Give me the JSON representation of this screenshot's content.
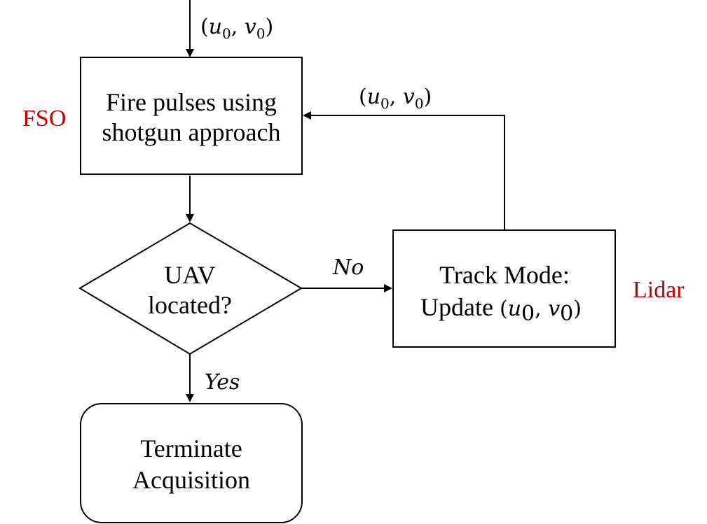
{
  "nodes": {
    "fire": {
      "line1": "Fire pulses using",
      "line2": "shotgun approach"
    },
    "decision": {
      "line1": "UAV",
      "line2": "located?"
    },
    "track": {
      "line1": "Track Mode:",
      "line2_prefix": "Update "
    },
    "terminate": {
      "line1": "Terminate",
      "line2": "Acquisition"
    }
  },
  "math": {
    "u": "u",
    "v": "v",
    "sub": "0",
    "open": "(",
    "comma": ", ",
    "close": ")"
  },
  "edges": {
    "no_label": "No",
    "yes_label": "Yes"
  },
  "side_labels": {
    "left": "FSO",
    "right": "Lidar"
  },
  "colors": {
    "side_label": "#c00000",
    "stroke": "#000000"
  }
}
